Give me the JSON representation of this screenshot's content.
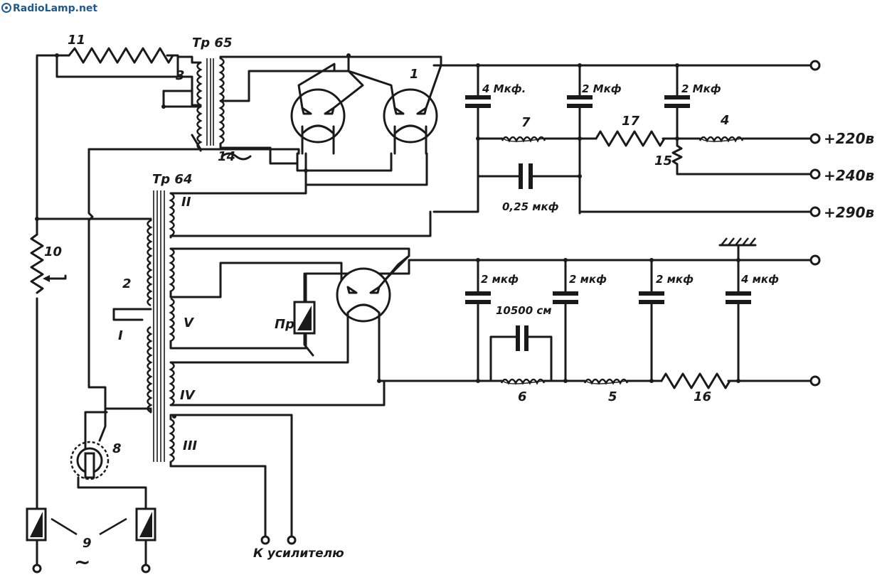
{
  "watermark": "RadioLamp.net",
  "labels": {
    "r11": "11",
    "tr65": "Тр 65",
    "w3": "3",
    "tube1": "1",
    "c_4mkf_top": "4 Мкф.",
    "c_2mkf_top1": "2 Мкф",
    "c_2mkf_top2": "2 Мкф",
    "l7": "7",
    "r17": "17",
    "l4": "4",
    "v220": "+220в",
    "r15": "15",
    "v240": "+240в",
    "c_025": "0,25 мкф",
    "v290": "+290в",
    "n14": "14",
    "tr64": "Тр 64",
    "wII": "II",
    "r10": "10",
    "w2": "2",
    "wI": "I",
    "wV": "V",
    "fuse_pr": "Пр",
    "c_2mkf_b1": "2 мкф",
    "c_2mkf_b2": "2 мкф",
    "c_2mkf_b3": "2 мкф",
    "c_4mkf_b": "4 мкф",
    "c_10500": "10500 см",
    "l6": "6",
    "l5": "5",
    "r16": "16",
    "wIV": "IV",
    "wIII": "III",
    "n8": "8",
    "n9": "9",
    "ac": "~",
    "to_amp": "К усилителю"
  },
  "icons": {
    "tube_rectifier": "double-diode-rectifier-tube-icon",
    "fuse": "fuse-icon",
    "switch": "power-switch-icon",
    "ground": "ground-icon"
  }
}
